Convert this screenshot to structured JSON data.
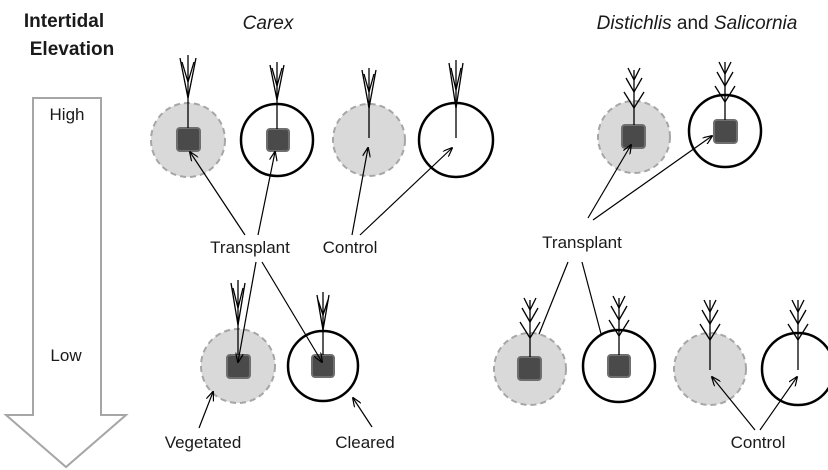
{
  "header": {
    "elevation_line1": "Intertidal",
    "elevation_line2": "Elevation",
    "carex": "Carex",
    "distichlis": "Distichlis",
    "and": " and ",
    "salicornia": "Salicornia"
  },
  "elevation_axis": {
    "high": "High",
    "low": "Low"
  },
  "labels": {
    "transplant_carex": "Transplant",
    "control_carex": "Control",
    "transplant_dist": "Transplant",
    "vegetated": "Vegetated",
    "cleared": "Cleared",
    "control_dist": "Control"
  }
}
